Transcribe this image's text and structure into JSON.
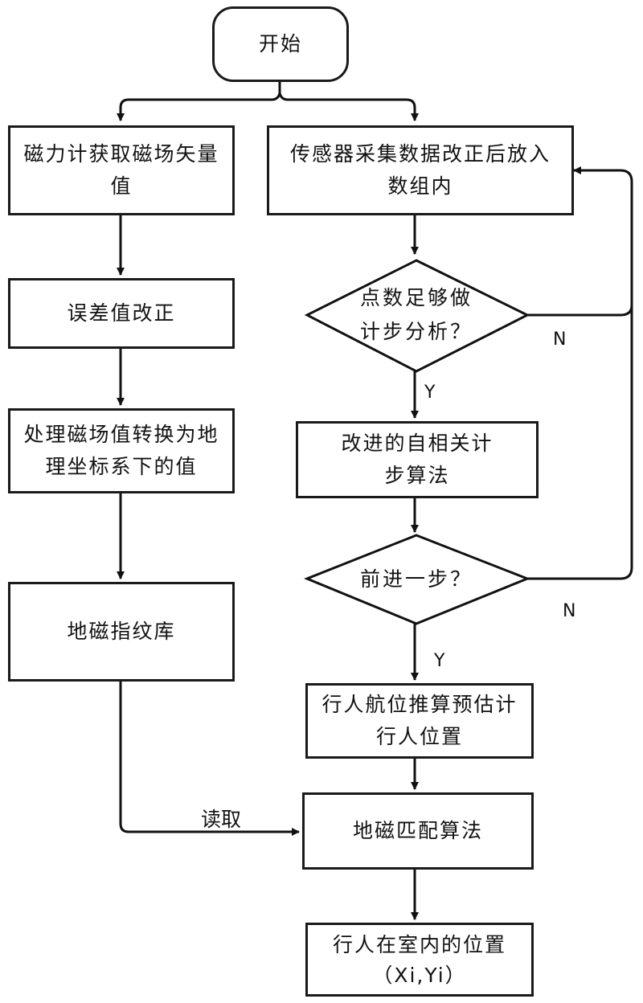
{
  "diagram": {
    "nodes": {
      "start": {
        "label": "开始"
      },
      "magnetometer": {
        "label": "磁力计获取磁场矢量值"
      },
      "error_correction": {
        "label": "误差值改正"
      },
      "coord_transform": {
        "label": "处理磁场值转换为地理坐标系下的值"
      },
      "fingerprint_db": {
        "label": "地磁指纹库"
      },
      "sensor_collect": {
        "label": "传感器采集数据改正后放入数组内"
      },
      "enough_points": {
        "label": "点数足够做计步分析？",
        "line1": "点数足够做",
        "line2": "计步分析？"
      },
      "autocorr_step": {
        "label": "改进的自相关计步算法"
      },
      "step_forward": {
        "label": "前进一步？"
      },
      "pdr_estimate": {
        "label": "行人航位推算预估计行人位置"
      },
      "geomag_match": {
        "label": "地磁匹配算法"
      },
      "indoor_position": {
        "label": "行人在室内的位置（Xi,Yi）",
        "line1": "行人在室内的位置",
        "line2": "（Xi,Yi）"
      }
    },
    "edge_labels": {
      "n1": "N",
      "y1": "Y",
      "n2": "N",
      "y2": "Y",
      "read": "读取"
    },
    "edges": [
      {
        "from": "start",
        "to": "magnetometer"
      },
      {
        "from": "start",
        "to": "sensor_collect"
      },
      {
        "from": "magnetometer",
        "to": "error_correction"
      },
      {
        "from": "error_correction",
        "to": "coord_transform"
      },
      {
        "from": "coord_transform",
        "to": "fingerprint_db"
      },
      {
        "from": "fingerprint_db",
        "to": "geomag_match",
        "label": "读取"
      },
      {
        "from": "sensor_collect",
        "to": "enough_points"
      },
      {
        "from": "enough_points",
        "to": "autocorr_step",
        "label": "Y"
      },
      {
        "from": "enough_points",
        "to": "sensor_collect",
        "label": "N"
      },
      {
        "from": "autocorr_step",
        "to": "step_forward"
      },
      {
        "from": "step_forward",
        "to": "pdr_estimate",
        "label": "Y"
      },
      {
        "from": "step_forward",
        "to": "sensor_collect",
        "label": "N"
      },
      {
        "from": "pdr_estimate",
        "to": "geomag_match"
      },
      {
        "from": "geomag_match",
        "to": "indoor_position"
      }
    ]
  }
}
